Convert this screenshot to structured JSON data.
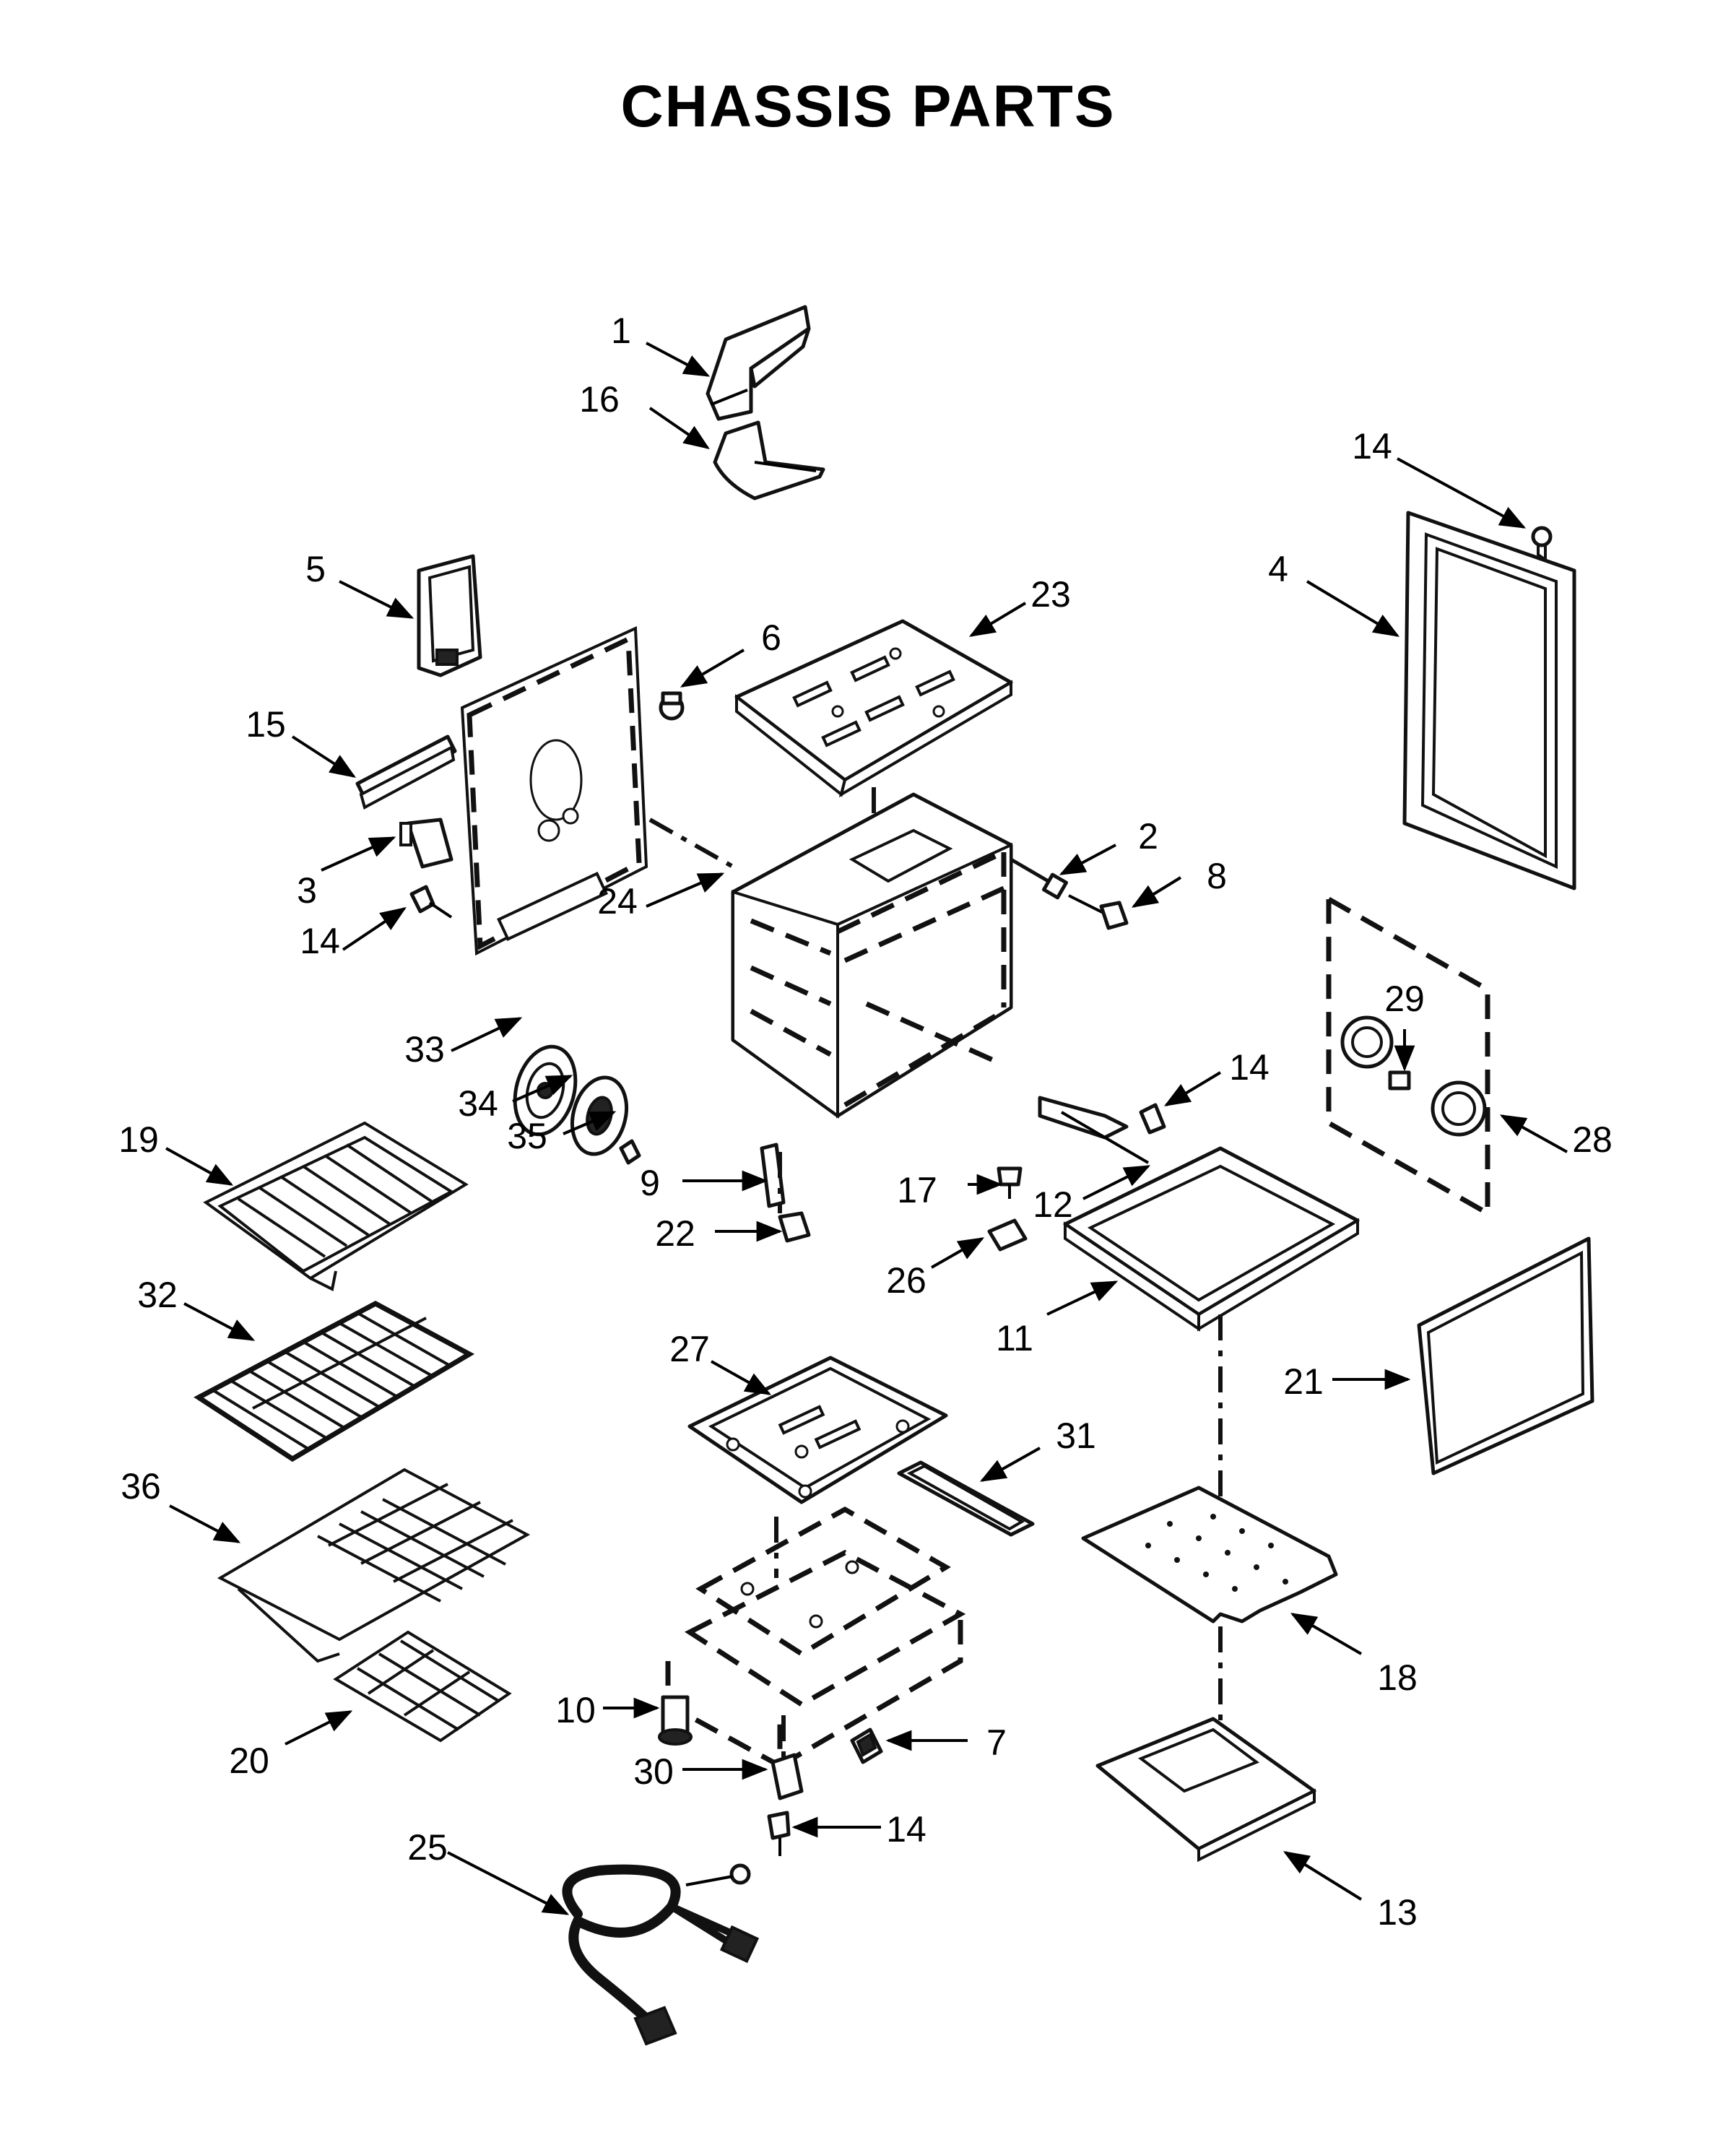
{
  "title": "CHASSIS PARTS",
  "callouts": [
    {
      "label": "1"
    },
    {
      "label": "16"
    },
    {
      "label": "14"
    },
    {
      "label": "5"
    },
    {
      "label": "4"
    },
    {
      "label": "23"
    },
    {
      "label": "6"
    },
    {
      "label": "15"
    },
    {
      "label": "2"
    },
    {
      "label": "3"
    },
    {
      "label": "8"
    },
    {
      "label": "14"
    },
    {
      "label": "24"
    },
    {
      "label": "29"
    },
    {
      "label": "33"
    },
    {
      "label": "14"
    },
    {
      "label": "34"
    },
    {
      "label": "35"
    },
    {
      "label": "28"
    },
    {
      "label": "19"
    },
    {
      "label": "9"
    },
    {
      "label": "17"
    },
    {
      "label": "12"
    },
    {
      "label": "22"
    },
    {
      "label": "26"
    },
    {
      "label": "11"
    },
    {
      "label": "32"
    },
    {
      "label": "27"
    },
    {
      "label": "21"
    },
    {
      "label": "31"
    },
    {
      "label": "36"
    },
    {
      "label": "18"
    },
    {
      "label": "10"
    },
    {
      "label": "7"
    },
    {
      "label": "20"
    },
    {
      "label": "30"
    },
    {
      "label": "14"
    },
    {
      "label": "25"
    },
    {
      "label": "13"
    }
  ]
}
